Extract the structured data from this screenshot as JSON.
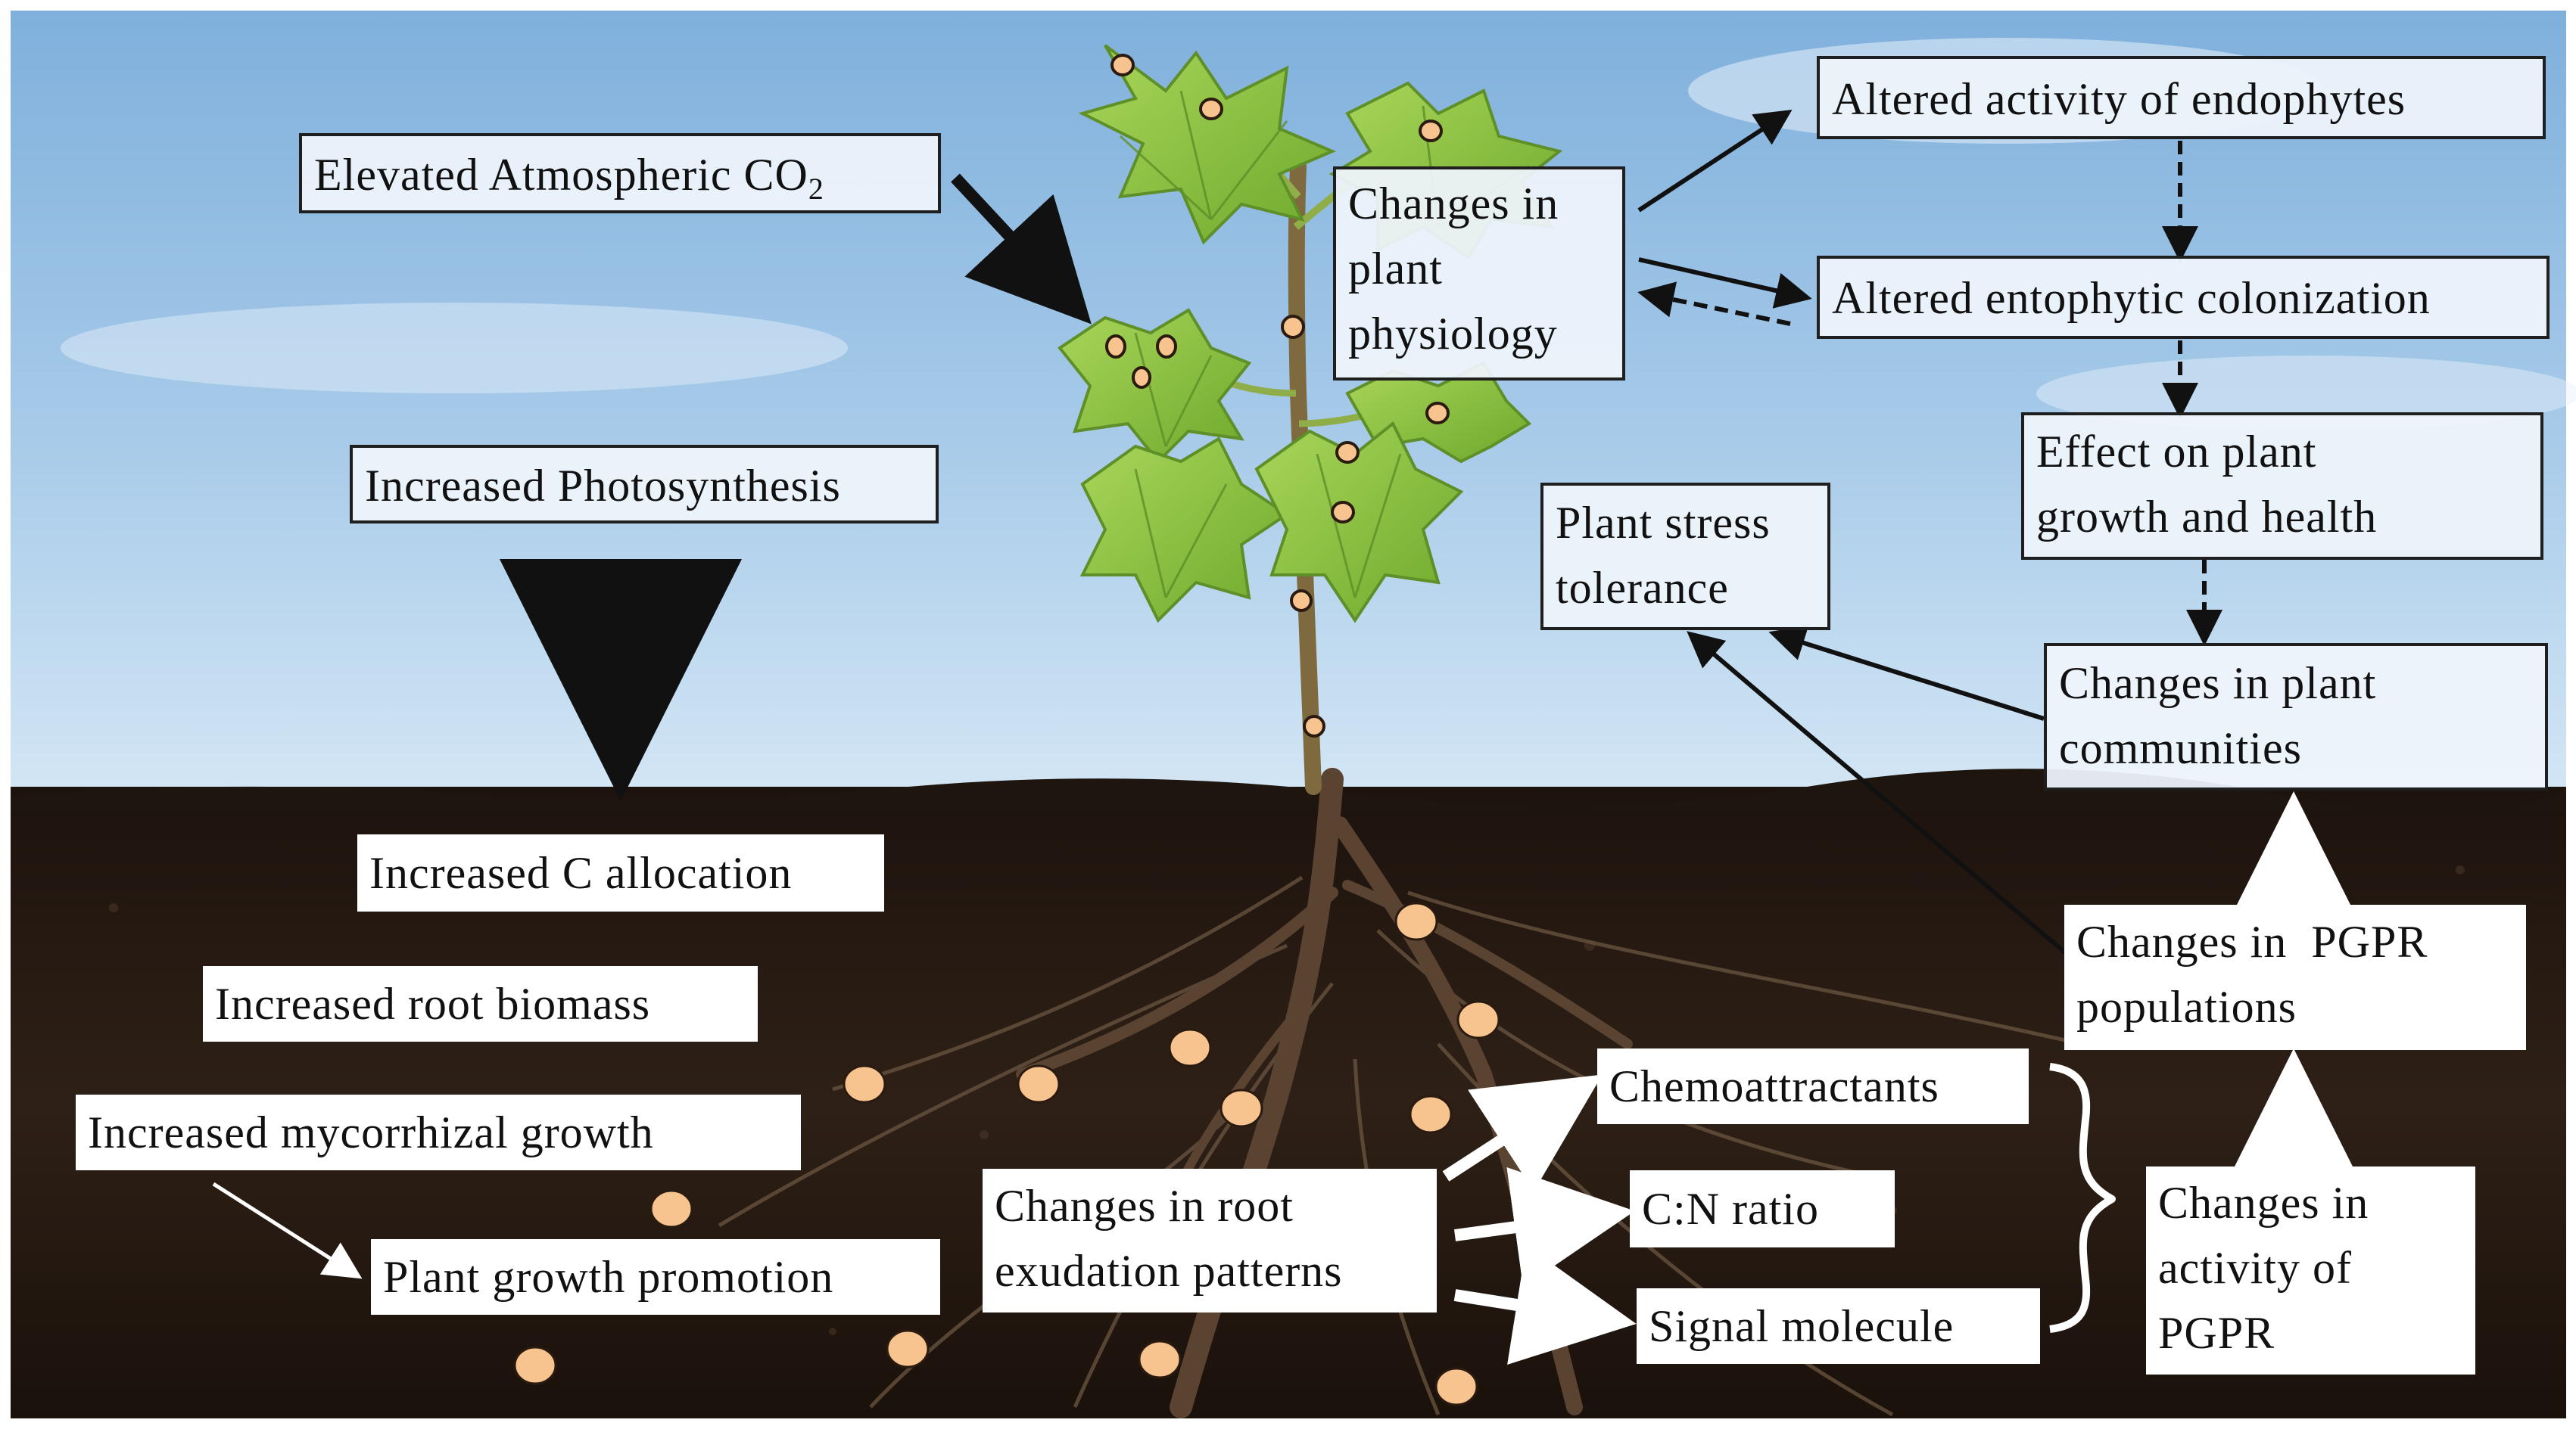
{
  "colors": {
    "sky_top": "#7fb0dc",
    "sky_bottom": "#cfe3f4",
    "soil": "#2b1d14",
    "leaf": "#8cc43c",
    "dot_fill": "#f7c48f"
  },
  "labels": {
    "elevated_co2": {
      "text": "Elevated Atmospheric CO",
      "sub": "2"
    },
    "increased_photosynthesis": "Increased Photosynthesis",
    "changes_plant_physiology": [
      "Changes in",
      "plant",
      "physiology"
    ],
    "altered_activity_endophytes": "Altered activity of endophytes",
    "altered_entophytic_colonization": "Altered entophytic colonization",
    "effect_plant_growth_health": [
      "Effect on plant",
      "growth and health"
    ],
    "plant_stress_tolerance": [
      "Plant stress",
      "tolerance"
    ],
    "changes_plant_communities": [
      "Changes in plant",
      "communities"
    ],
    "increased_c_allocation": "Increased C allocation",
    "increased_root_biomass": "Increased root biomass",
    "increased_mycorrhizal_growth": "Increased mycorrhizal growth",
    "plant_growth_promotion": "Plant growth promotion",
    "changes_root_exudation": [
      "Changes in root",
      "exudation patterns"
    ],
    "chemoattractants": "Chemoattractants",
    "cn_ratio": "C:N ratio",
    "signal_molecule": "Signal molecule",
    "changes_pgpr_populations": [
      "Changes in  PGPR",
      "populations"
    ],
    "changes_activity_pgpr": [
      "Changes in",
      "activity of",
      "PGPR"
    ]
  }
}
